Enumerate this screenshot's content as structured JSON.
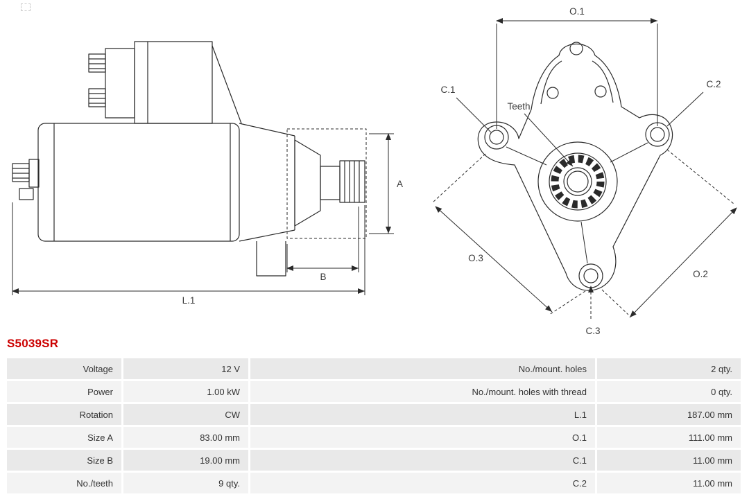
{
  "part_number": "S5039SR",
  "colors": {
    "part_number_red": "#cc0000",
    "drawing_line": "#2a2a2a",
    "table_row_dark": "#e9e9e9",
    "table_row_light": "#f3f3f3"
  },
  "icons": {
    "top_left_placeholder": "broken-image-icon"
  },
  "diagram": {
    "side_view": {
      "dim_a": "A",
      "dim_b": "B",
      "dim_l1": "L.1"
    },
    "front_view": {
      "dim_o1": "O.1",
      "dim_o2": "O.2",
      "dim_o3": "O.3",
      "dim_c1": "C.1",
      "dim_c2": "C.2",
      "dim_c3": "C.3",
      "teeth_label": "Teeth"
    }
  },
  "table": {
    "rows": [
      {
        "label_left": "Voltage",
        "value_left": "12 V",
        "label_right": "No./mount. holes",
        "value_right": "2 qty."
      },
      {
        "label_left": "Power",
        "value_left": "1.00 kW",
        "label_right": "No./mount. holes with thread",
        "value_right": "0 qty."
      },
      {
        "label_left": "Rotation",
        "value_left": "CW",
        "label_right": "L.1",
        "value_right": "187.00 mm"
      },
      {
        "label_left": "Size A",
        "value_left": "83.00 mm",
        "label_right": "O.1",
        "value_right": "111.00 mm"
      },
      {
        "label_left": "Size B",
        "value_left": "19.00 mm",
        "label_right": "C.1",
        "value_right": "11.00 mm"
      },
      {
        "label_left": "No./teeth",
        "value_left": "9 qty.",
        "label_right": "C.2",
        "value_right": "11.00 mm"
      }
    ]
  }
}
